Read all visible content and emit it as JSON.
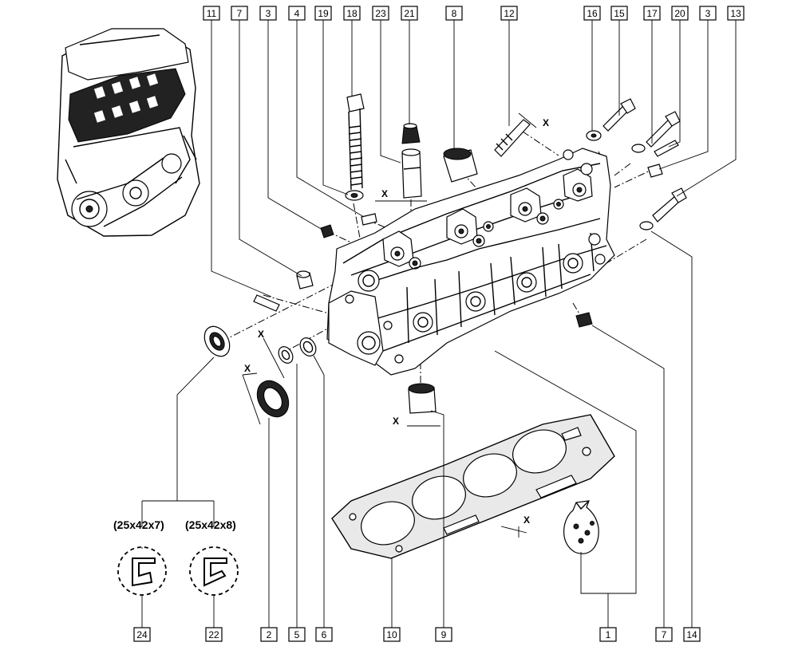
{
  "callouts_top": [
    "11",
    "7",
    "3",
    "4",
    "19",
    "18",
    "23",
    "21",
    "8",
    "12",
    "16",
    "15",
    "17",
    "20",
    "3",
    "13"
  ],
  "callouts_bottom": [
    "24",
    "22",
    "2",
    "5",
    "6",
    "10",
    "9",
    "1",
    "7",
    "14"
  ],
  "seal_sizes": [
    "(25x42x7)",
    "(25x42x8)"
  ],
  "dimension_marker": "X"
}
